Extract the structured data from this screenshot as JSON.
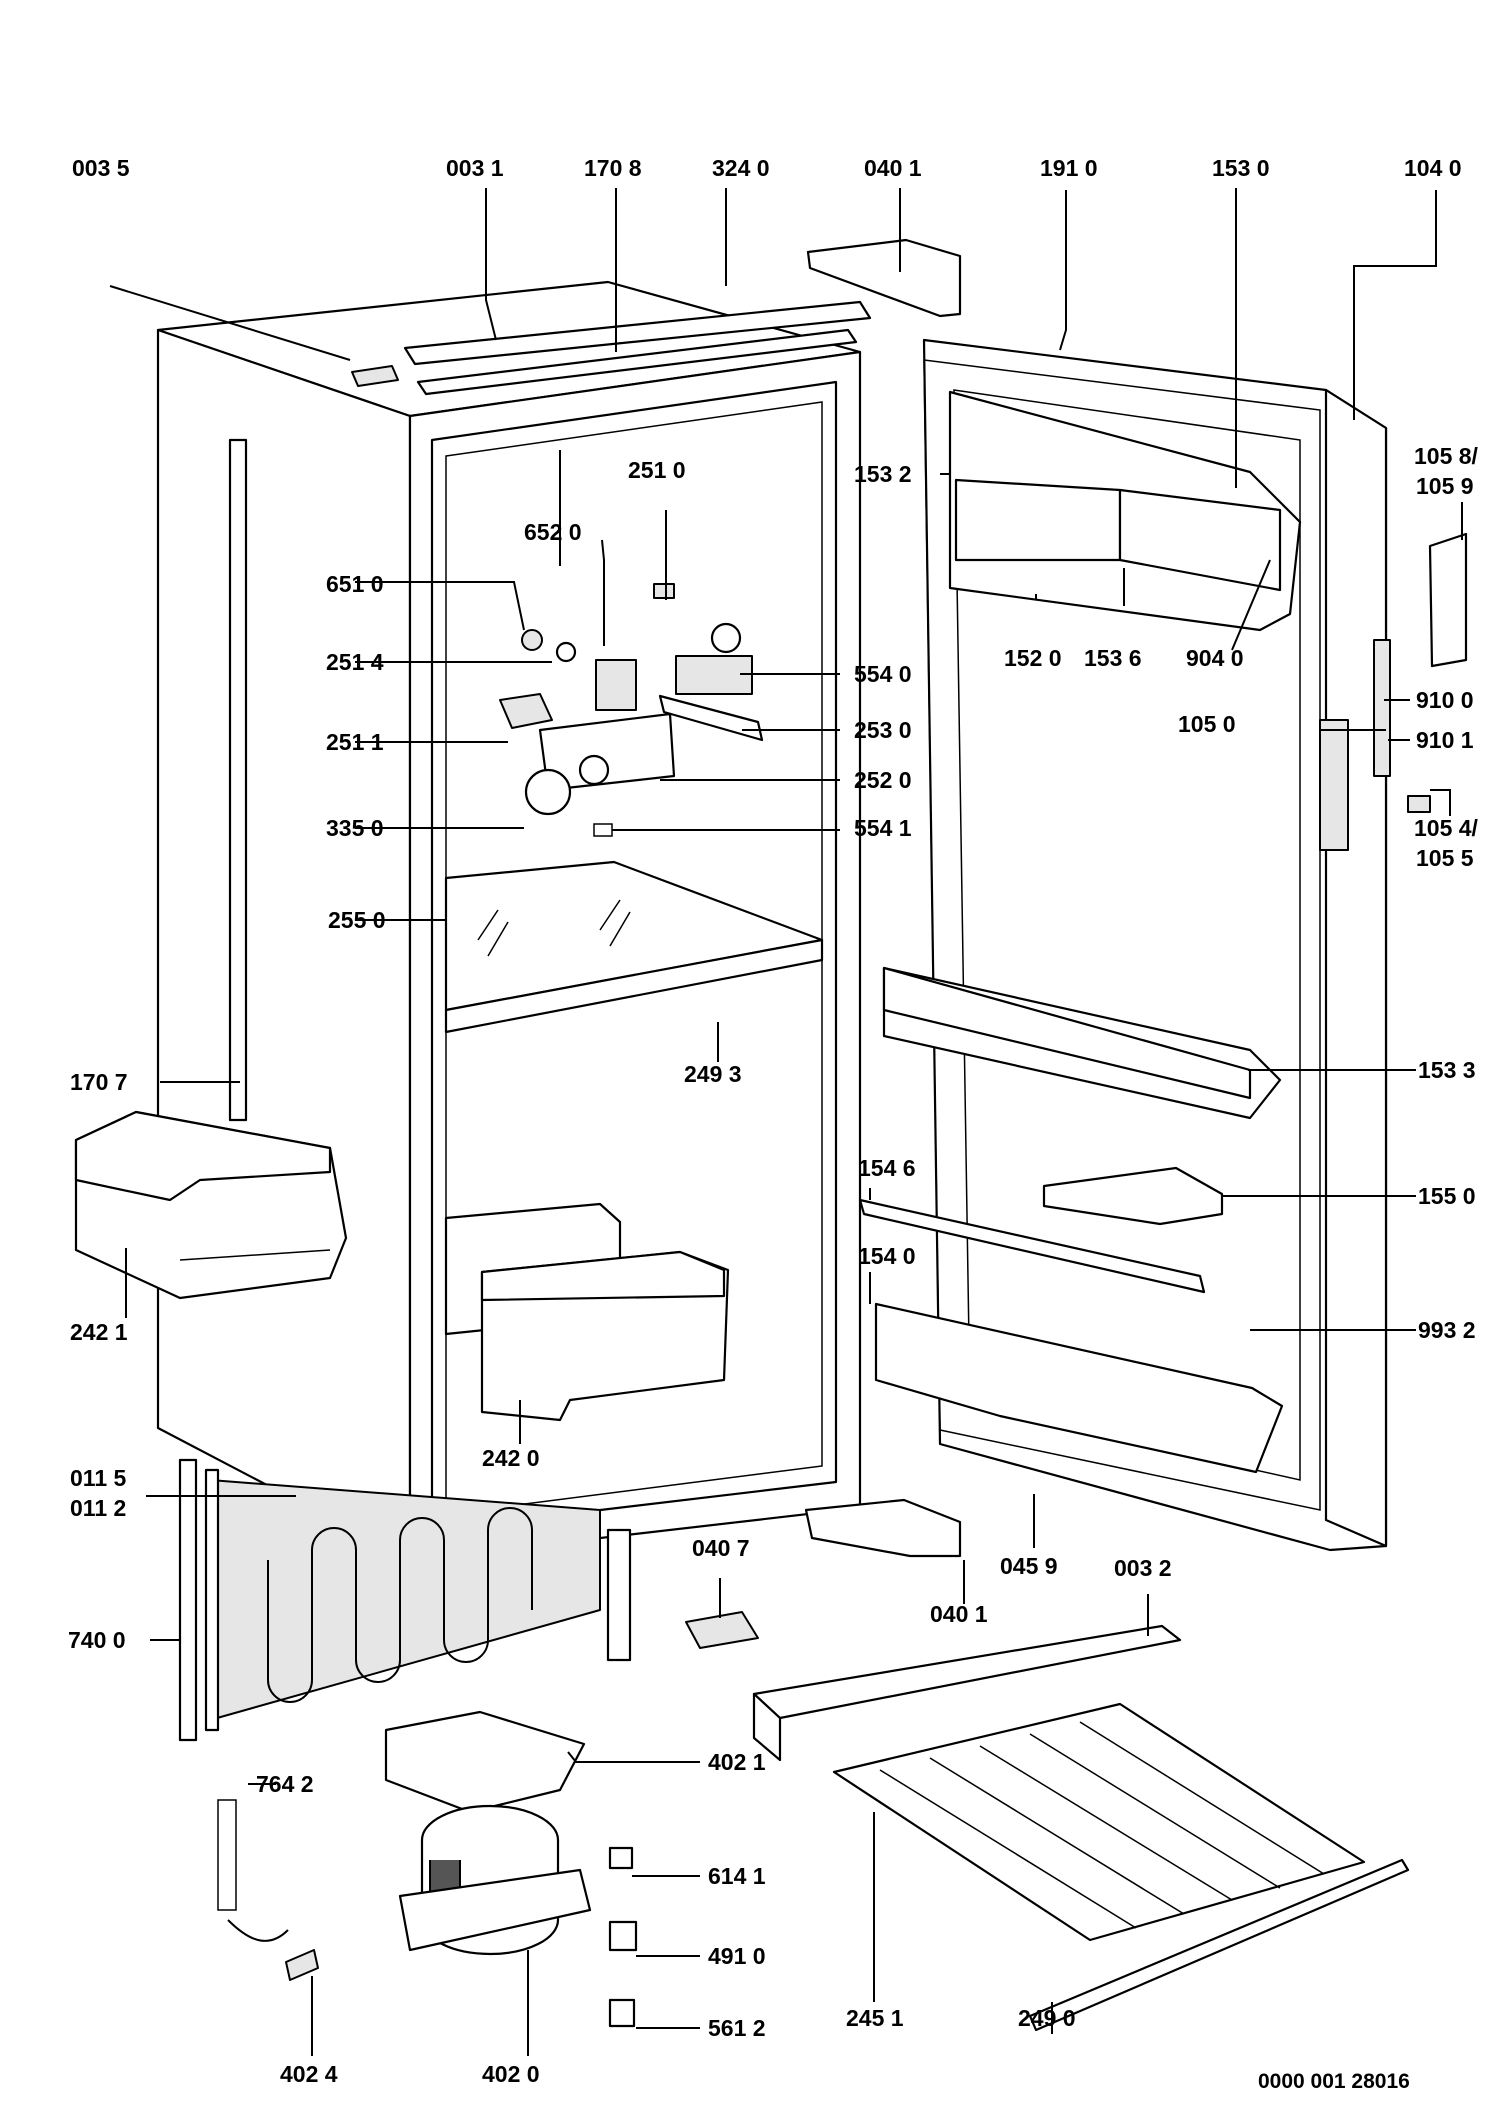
{
  "labels": {
    "l0035": "003 5",
    "l0031": "003 1",
    "l1708": "170 8",
    "l3240": "324 0",
    "l0401a": "040 1",
    "l1910": "191 0",
    "l1530": "153 0",
    "l1040": "104 0",
    "l2510": "251 0",
    "l6520": "652 0",
    "l6510": "651 0",
    "l2514": "251 4",
    "l5540": "554 0",
    "l2511": "251 1",
    "l2530": "253 0",
    "l2520": "252 0",
    "l3350": "335 0",
    "l5541": "554 1",
    "l2550": "255 0",
    "l2493": "249 3",
    "l1707": "170 7",
    "l2421": "242 1",
    "l2420": "242 0",
    "l0115": "011 5",
    "l0112": "011 2",
    "l7400": "740 0",
    "l7642": "764 2",
    "l4021": "402 1",
    "l6141": "614 1",
    "l4910": "491 0",
    "l5612": "561 2",
    "l4024": "402 4",
    "l4020": "402 0",
    "l1532": "153 2",
    "l1520": "152 0",
    "l1536": "153 6",
    "l9040": "904 0",
    "l1058": "105 8/",
    "l1059": "105 9",
    "l9100": "910 0",
    "l9101": "910 1",
    "l1050": "105 0",
    "l1054": "105 4/",
    "l1055": "105 5",
    "l1533": "153 3",
    "l1546": "154 6",
    "l1550": "155 0",
    "l1540": "154 0",
    "l9932": "993 2",
    "l0407": "040 7",
    "l0459": "045 9",
    "l0032": "003 2",
    "l0401b": "040 1",
    "l2451": "245 1",
    "l2490": "249 0",
    "docnum": "0000 001 28016"
  }
}
